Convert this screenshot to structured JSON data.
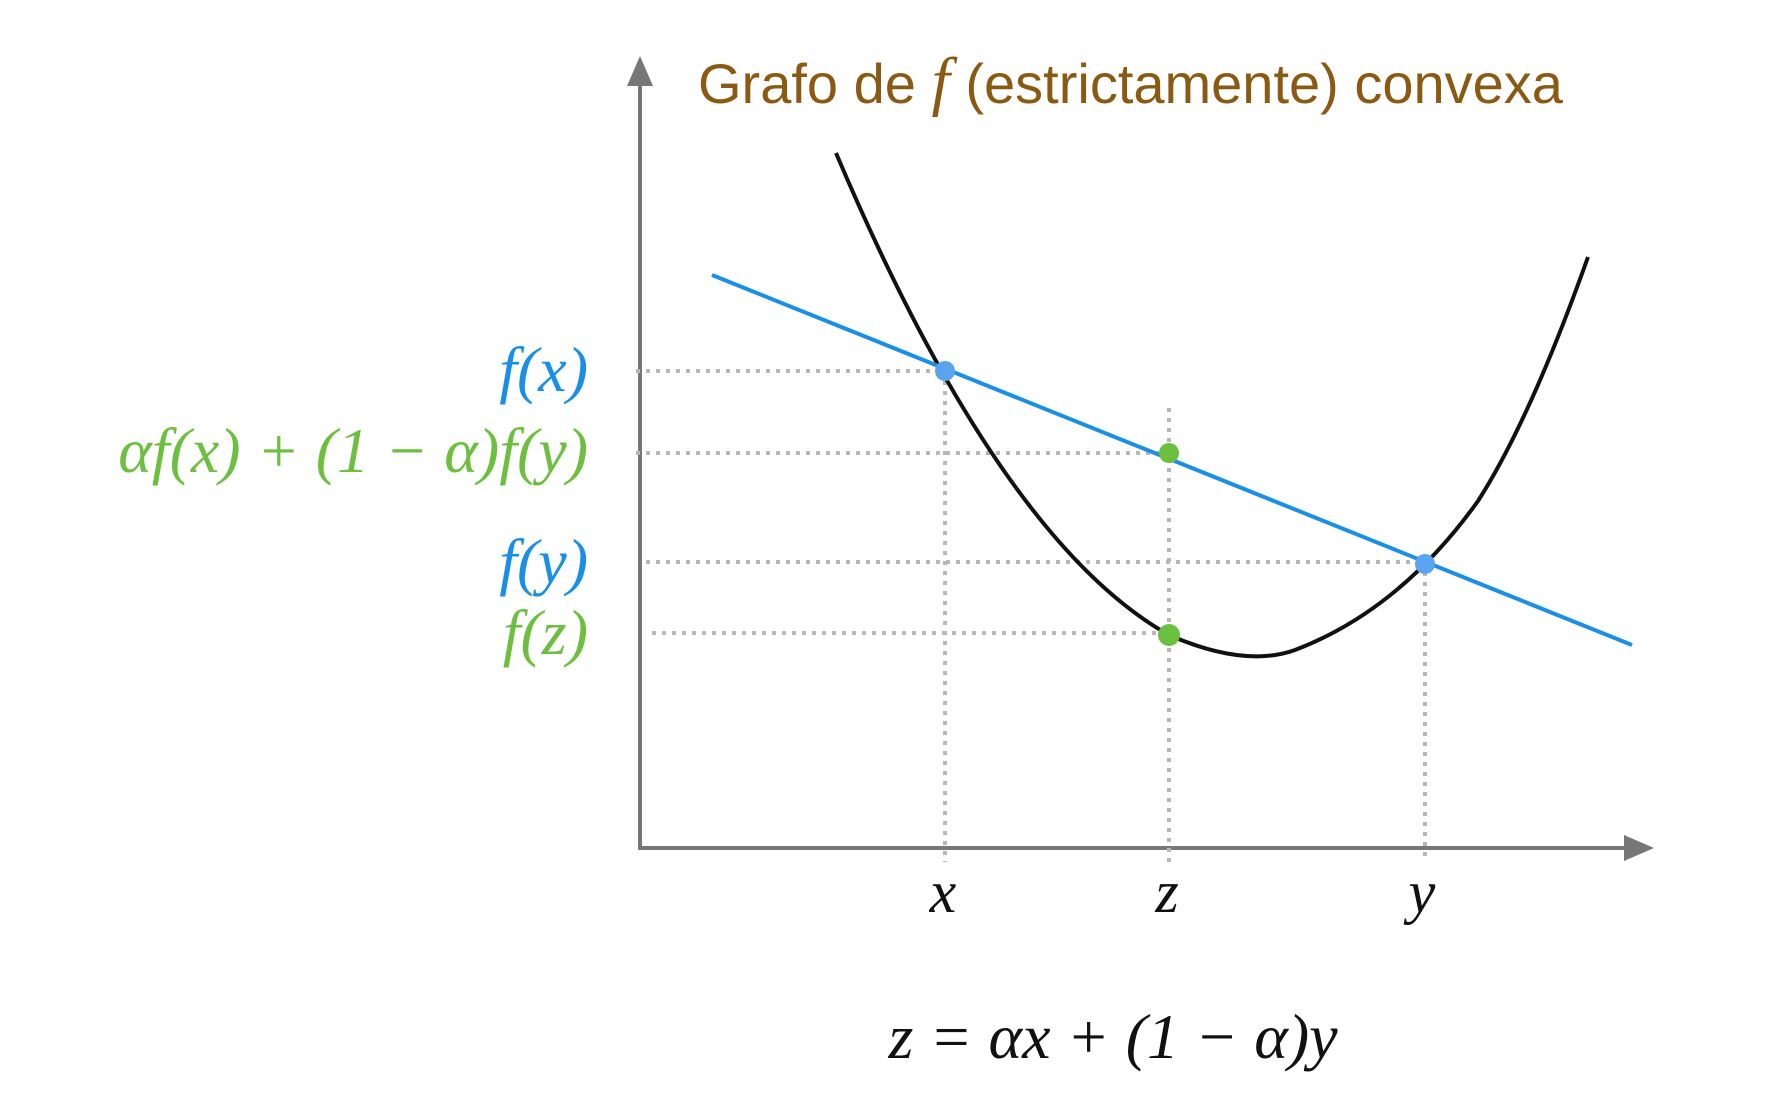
{
  "colors": {
    "axis": "#777777",
    "curve": "#111111",
    "secant": "#1a8fe8",
    "endpoint": "#5aa3ef",
    "midpoint": "#6cbf3f",
    "guides": "#b8b8b8",
    "title": "#8b5a12",
    "math_black": "#111111"
  },
  "title": {
    "prefix": "Grafo de ",
    "symbol": "f",
    "suffix": " (estrictamente) convexa"
  },
  "y_labels": {
    "fx": "f(x)",
    "combo": "αf(x) + (1 − α)f(y)",
    "fy": "f(y)",
    "fz": "f(z)"
  },
  "x_labels": {
    "x": "x",
    "z": "z",
    "y": "y"
  },
  "formula": "z = αx + (1 − α)y"
}
